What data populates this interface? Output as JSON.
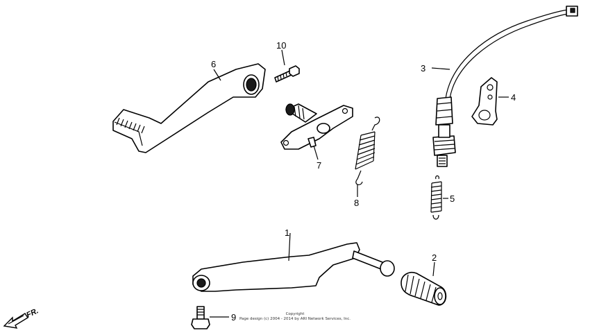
{
  "callouts": {
    "c1": "1",
    "c2": "2",
    "c3": "3",
    "c4": "4",
    "c5": "5",
    "c6": "6",
    "c7": "7",
    "c8": "8",
    "c9": "9",
    "c10": "10"
  },
  "direction_label": "FR.",
  "copyright": {
    "line1": "Copyright",
    "line2": "Page design (c) 2004 - 2014 by ARI Network Services, Inc."
  }
}
